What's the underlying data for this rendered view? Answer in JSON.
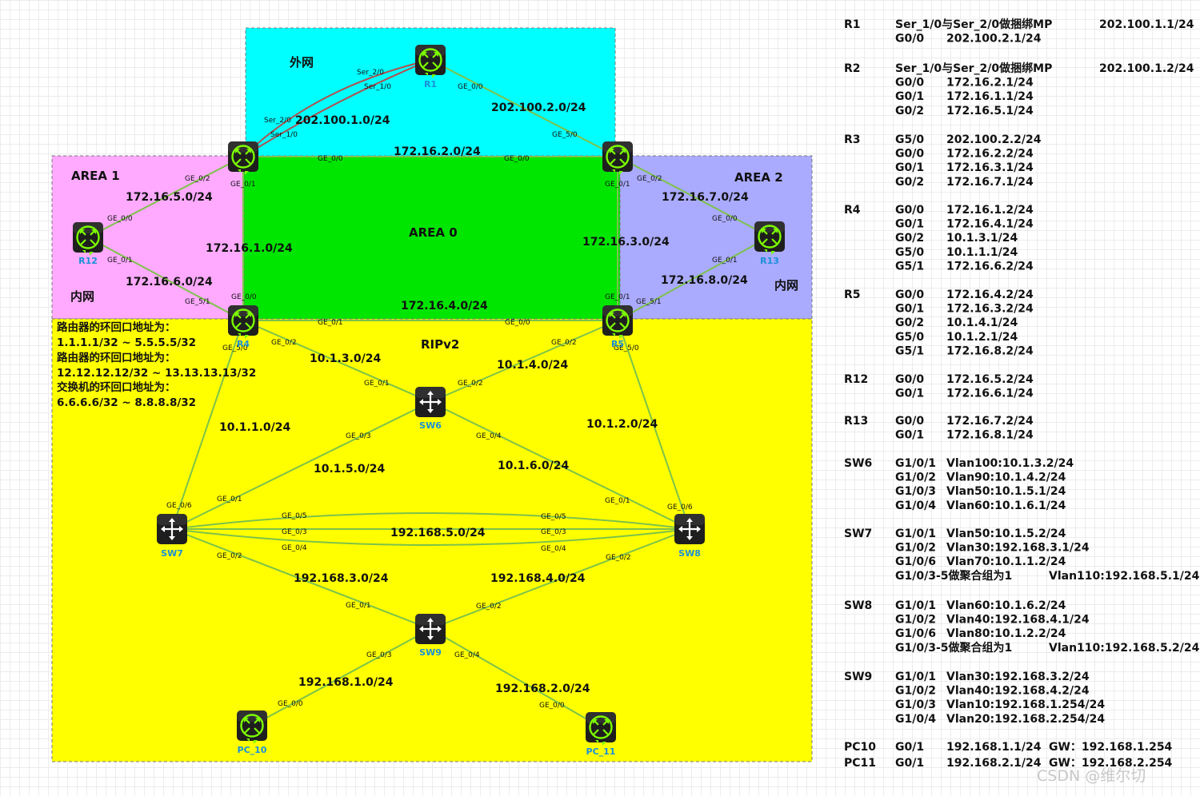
{
  "zones": {
    "external": "外网",
    "area1": "AREA 1",
    "area0": "AREA 0",
    "area2": "AREA 2",
    "rip": "RIPv2",
    "inner_left": "内网",
    "inner_right": "内网"
  },
  "devices": {
    "R1": "R1",
    "R4": "R4",
    "R5": "R5",
    "R12": "R12",
    "R13": "R13",
    "SW6": "SW6",
    "SW7": "SW7",
    "SW8": "SW8",
    "SW9": "SW9",
    "PC10": "PC_10",
    "PC11": "PC_11"
  },
  "networks": {
    "n202_100_1": "202.100.1.0/24",
    "n202_100_2": "202.100.2.0/24",
    "n172_16_2": "172.16.2.0/24",
    "n172_16_5": "172.16.5.0/24",
    "n172_16_1": "172.16.1.0/24",
    "n172_16_6": "172.16.6.0/24",
    "n172_16_3": "172.16.3.0/24",
    "n172_16_7": "172.16.7.0/24",
    "n172_16_8": "172.16.8.0/24",
    "n172_16_4": "172.16.4.0/24",
    "n10_1_3": "10.1.3.0/24",
    "n10_1_4": "10.1.4.0/24",
    "n10_1_1": "10.1.1.0/24",
    "n10_1_2": "10.1.2.0/24",
    "n10_1_5": "10.1.5.0/24",
    "n10_1_6": "10.1.6.0/24",
    "n192_168_5": "192.168.5.0/24",
    "n192_168_3": "192.168.3.0/24",
    "n192_168_4": "192.168.4.0/24",
    "n192_168_1": "192.168.1.0/24",
    "n192_168_2": "192.168.2.0/24"
  },
  "ports": {
    "ser20_r1": "Ser_2/0",
    "ser10_r1": "Ser_1/0",
    "ge00_r1": "GE_0/0",
    "ser20_r2": "Ser_2/0",
    "ser10_r2": "Ser_1/0",
    "ge00_r2": "GE_0/0",
    "ge01_r2": "GE_0/1",
    "ge02_r2": "GE_0/2",
    "ge50_r3": "GE_5/0",
    "ge00_r3": "GE_0/0",
    "ge01_r3": "GE_0/1",
    "ge02_r3": "GE_0/2",
    "ge00_r12": "GE_0/0",
    "ge01_r12": "GE_0/1",
    "ge00_r13": "GE_0/0",
    "ge01_r13": "GE_0/1",
    "ge00_r4": "GE_0/0",
    "ge51_r4": "GE_5/1",
    "ge01_r4": "GE_0/1",
    "ge02_r4": "GE_0/2",
    "ge50_r4": "GE_5/0",
    "ge01_r5": "GE_0/1",
    "ge51_r5": "GE_5/1",
    "ge00_r5": "GE_0/0",
    "ge02_r5": "GE_0/2",
    "ge50_r5": "GE_5/0",
    "ge01_sw6": "GE_0/1",
    "ge02_sw6": "GE_0/2",
    "ge03_sw6": "GE_0/3",
    "ge04_sw6": "GE_0/4",
    "ge06_sw7": "GE_0/6",
    "ge01_sw7": "GE_0/1",
    "ge05_sw7": "GE_0/5",
    "ge03_sw7": "GE_0/3",
    "ge04_sw7": "GE_0/4",
    "ge02_sw7": "GE_0/2",
    "ge01_sw8": "GE_0/1",
    "ge06_sw8": "GE_0/6",
    "ge05_sw8": "GE_0/5",
    "ge03_sw8": "GE_0/3",
    "ge04_sw8": "GE_0/4",
    "ge02_sw8": "GE_0/2",
    "ge01_sw9": "GE_0/1",
    "ge02_sw9": "GE_0/2",
    "ge03_sw9": "GE_0/3",
    "ge04_sw9": "GE_0/4",
    "ge00_pc10": "GE_0/0",
    "ge00_pc11": "GE_0/0"
  },
  "loopback_notes": [
    "路由器的环回口地址为：",
    "1.1.1.1/32 ~ 5.5.5.5/32",
    "路由器的环回口地址为：",
    "12.12.12.12/32 ~ 13.13.13.13/32",
    "交换机的环回口地址为：",
    "6.6.6.6/32 ~ 8.8.8.8/32"
  ],
  "ip_table": [
    {
      "dev": "R1",
      "rows": [
        [
          "Ser_1/0与Ser_2/0做捆绑MP",
          "",
          "202.100.1.1/24"
        ],
        [
          "G0/0",
          "202.100.2.1/24",
          ""
        ]
      ]
    },
    {
      "dev": "R2",
      "rows": [
        [
          "Ser_1/0与Ser_2/0做捆绑MP",
          "",
          "202.100.1.2/24"
        ],
        [
          "G0/0",
          "172.16.2.1/24",
          ""
        ],
        [
          "G0/1",
          "172.16.1.1/24",
          ""
        ],
        [
          "G0/2",
          "172.16.5.1/24",
          ""
        ]
      ]
    },
    {
      "dev": "R3",
      "rows": [
        [
          "G5/0",
          "202.100.2.2/24",
          ""
        ],
        [
          "G0/0",
          "172.16.2.2/24",
          ""
        ],
        [
          "G0/1",
          "172.16.3.1/24",
          ""
        ],
        [
          "G0/2",
          "172.16.7.1/24",
          ""
        ]
      ]
    },
    {
      "dev": "R4",
      "rows": [
        [
          "G0/0",
          "172.16.1.2/24",
          ""
        ],
        [
          "G0/1",
          "172.16.4.1/24",
          ""
        ],
        [
          "G0/2",
          "10.1.3.1/24",
          ""
        ],
        [
          "G5/0",
          "10.1.1.1/24",
          ""
        ],
        [
          "G5/1",
          "172.16.6.2/24",
          ""
        ]
      ]
    },
    {
      "dev": "R5",
      "rows": [
        [
          "G0/0",
          "172.16.4.2/24",
          ""
        ],
        [
          "G0/1",
          "172.16.3.2/24",
          ""
        ],
        [
          "G0/2",
          "10.1.4.1/24",
          ""
        ],
        [
          "G5/0",
          "10.1.2.1/24",
          ""
        ],
        [
          "G5/1",
          "172.16.8.2/24",
          ""
        ]
      ]
    },
    {
      "dev": "R12",
      "rows": [
        [
          "G0/0",
          "172.16.5.2/24",
          ""
        ],
        [
          "G0/1",
          "172.16.6.1/24",
          ""
        ]
      ]
    },
    {
      "dev": "R13",
      "rows": [
        [
          "G0/0",
          "172.16.7.2/24",
          ""
        ],
        [
          "G0/1",
          "172.16.8.1/24",
          ""
        ]
      ]
    },
    {
      "dev": "SW6",
      "rows": [
        [
          "G1/0/1",
          "Vlan100:10.1.3.2/24",
          ""
        ],
        [
          "G1/0/2",
          "Vlan90:10.1.4.2/24",
          ""
        ],
        [
          "G1/0/3",
          "Vlan50:10.1.5.1/24",
          ""
        ],
        [
          "G1/0/4",
          "Vlan60:10.1.6.1/24",
          ""
        ]
      ]
    },
    {
      "dev": "SW7",
      "rows": [
        [
          "G1/0/1",
          "Vlan50:10.1.5.2/24",
          ""
        ],
        [
          "G1/0/2",
          "Vlan30:192.168.3.1/24",
          ""
        ],
        [
          "G1/0/6",
          "Vlan70:10.1.1.2/24",
          ""
        ],
        [
          "G1/0/3-5做聚合组为1",
          "",
          "Vlan110:192.168.5.1/24"
        ]
      ]
    },
    {
      "dev": "SW8",
      "rows": [
        [
          "G1/0/1",
          "Vlan60:10.1.6.2/24",
          ""
        ],
        [
          "G1/0/2",
          "Vlan40:192.168.4.1/24",
          ""
        ],
        [
          "G1/0/6",
          "Vlan80:10.1.2.2/24",
          ""
        ],
        [
          "G1/0/3-5做聚合组为1",
          "",
          "Vlan110:192.168.5.2/24"
        ]
      ]
    },
    {
      "dev": "SW9",
      "rows": [
        [
          "G1/0/1",
          "Vlan30:192.168.3.2/24",
          ""
        ],
        [
          "G1/0/2",
          "Vlan40:192.168.4.2/24",
          ""
        ],
        [
          "G1/0/3",
          "Vlan10:192.168.1.254/24",
          ""
        ],
        [
          "G1/0/4",
          "Vlan20:192.168.2.254/24",
          ""
        ]
      ]
    },
    {
      "dev": "PC10",
      "rows": [
        [
          "G0/1",
          "192.168.1.1/24",
          "GW：192.168.1.254"
        ]
      ]
    },
    {
      "dev": "PC11",
      "rows": [
        [
          "G0/1",
          "192.168.2.1/24",
          "GW：192.168.2.254"
        ]
      ]
    }
  ],
  "watermark": "CSDN @维尔切",
  "colors": {
    "external_zone": "#00ffff",
    "area0_zone": "#00e600",
    "area1_zone": "#ffaaff",
    "area2_zone": "#aaaaff",
    "rip_zone": "#ffff00",
    "link_green": "#7dc24a",
    "link_serial": "#b05050",
    "device_green": "#7cfc00"
  }
}
